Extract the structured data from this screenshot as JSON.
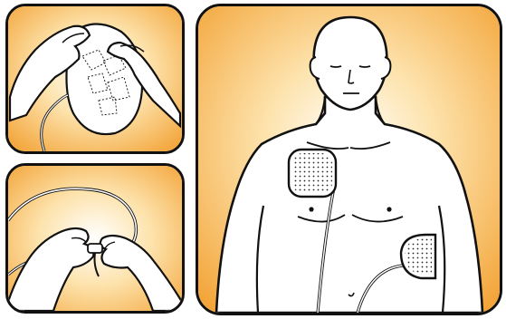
{
  "colors": {
    "panel_center": "#ffffff",
    "panel_edge": "#f3a53a",
    "panel_mid": "#fbd48a",
    "outline": "#1a1a1a",
    "skin": "#ffffff",
    "pad_dots": "#1a1a1a"
  },
  "panels": [
    {
      "name": "peel-pads-panel",
      "icon": "hands-peeling-pads"
    },
    {
      "name": "connect-cable-panel",
      "icon": "hands-plugging-cable"
    },
    {
      "name": "pad-placement-panel",
      "icon": "torso-with-pads"
    }
  ]
}
